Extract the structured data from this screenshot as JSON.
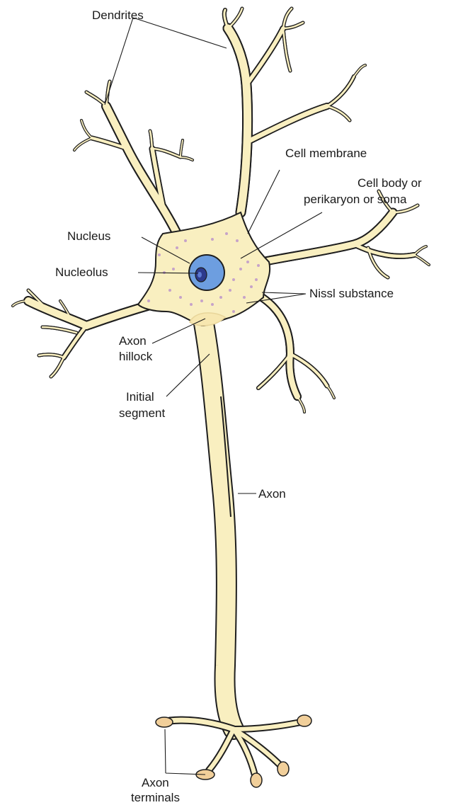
{
  "colors": {
    "cytoplasm": "#f9efc0",
    "outline": "#1e1e1e",
    "nucleus": "#6d9ee0",
    "nucleolus": "#2c3a8c",
    "nissl": "#c6a3c9",
    "terminal": "#f1cf9a"
  },
  "labels": {
    "dendrites": "Dendrites",
    "cell_membrane": "Cell membrane",
    "cell_body_line1": "Cell body or",
    "cell_body_line2": "perikaryon or soma",
    "nucleus": "Nucleus",
    "nucleolus": "Nucleolus",
    "nissl": "Nissl substance",
    "axon_hillock_line1": "Axon",
    "axon_hillock_line2": "hillock",
    "initial_segment_line1": "Initial",
    "initial_segment_line2": "segment",
    "axon": "Axon",
    "axon_terminals_line1": "Axon",
    "axon_terminals_line2": "terminals"
  }
}
